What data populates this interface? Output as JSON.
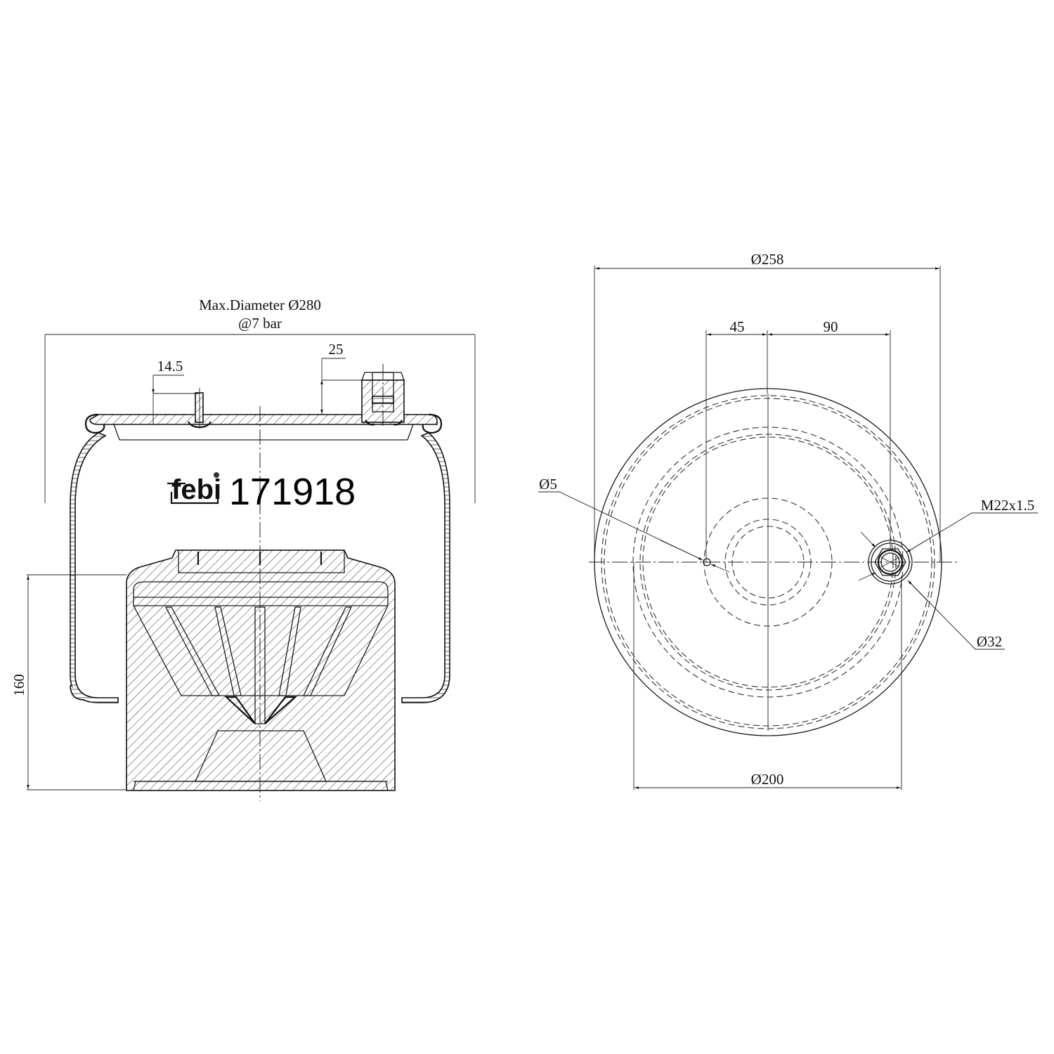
{
  "drawing": {
    "brand_logo": "febi",
    "part_number": "171918",
    "side_view": {
      "max_diameter_label": "Max.Diameter Ø280",
      "pressure_label": "@7 bar",
      "stud_offset_label": "14.5",
      "fitting_height_label": "25",
      "height_label": "160"
    },
    "top_view": {
      "outer_diameter_label": "Ø258",
      "offset_left_label": "45",
      "offset_right_label": "90",
      "hole_diameter_label": "Ø5",
      "thread_label": "M22x1.5",
      "fitting_diameter_label": "Ø32",
      "bolt_circle_label": "Ø200"
    },
    "colors": {
      "line": "#1a1a1a",
      "background": "#ffffff"
    }
  }
}
